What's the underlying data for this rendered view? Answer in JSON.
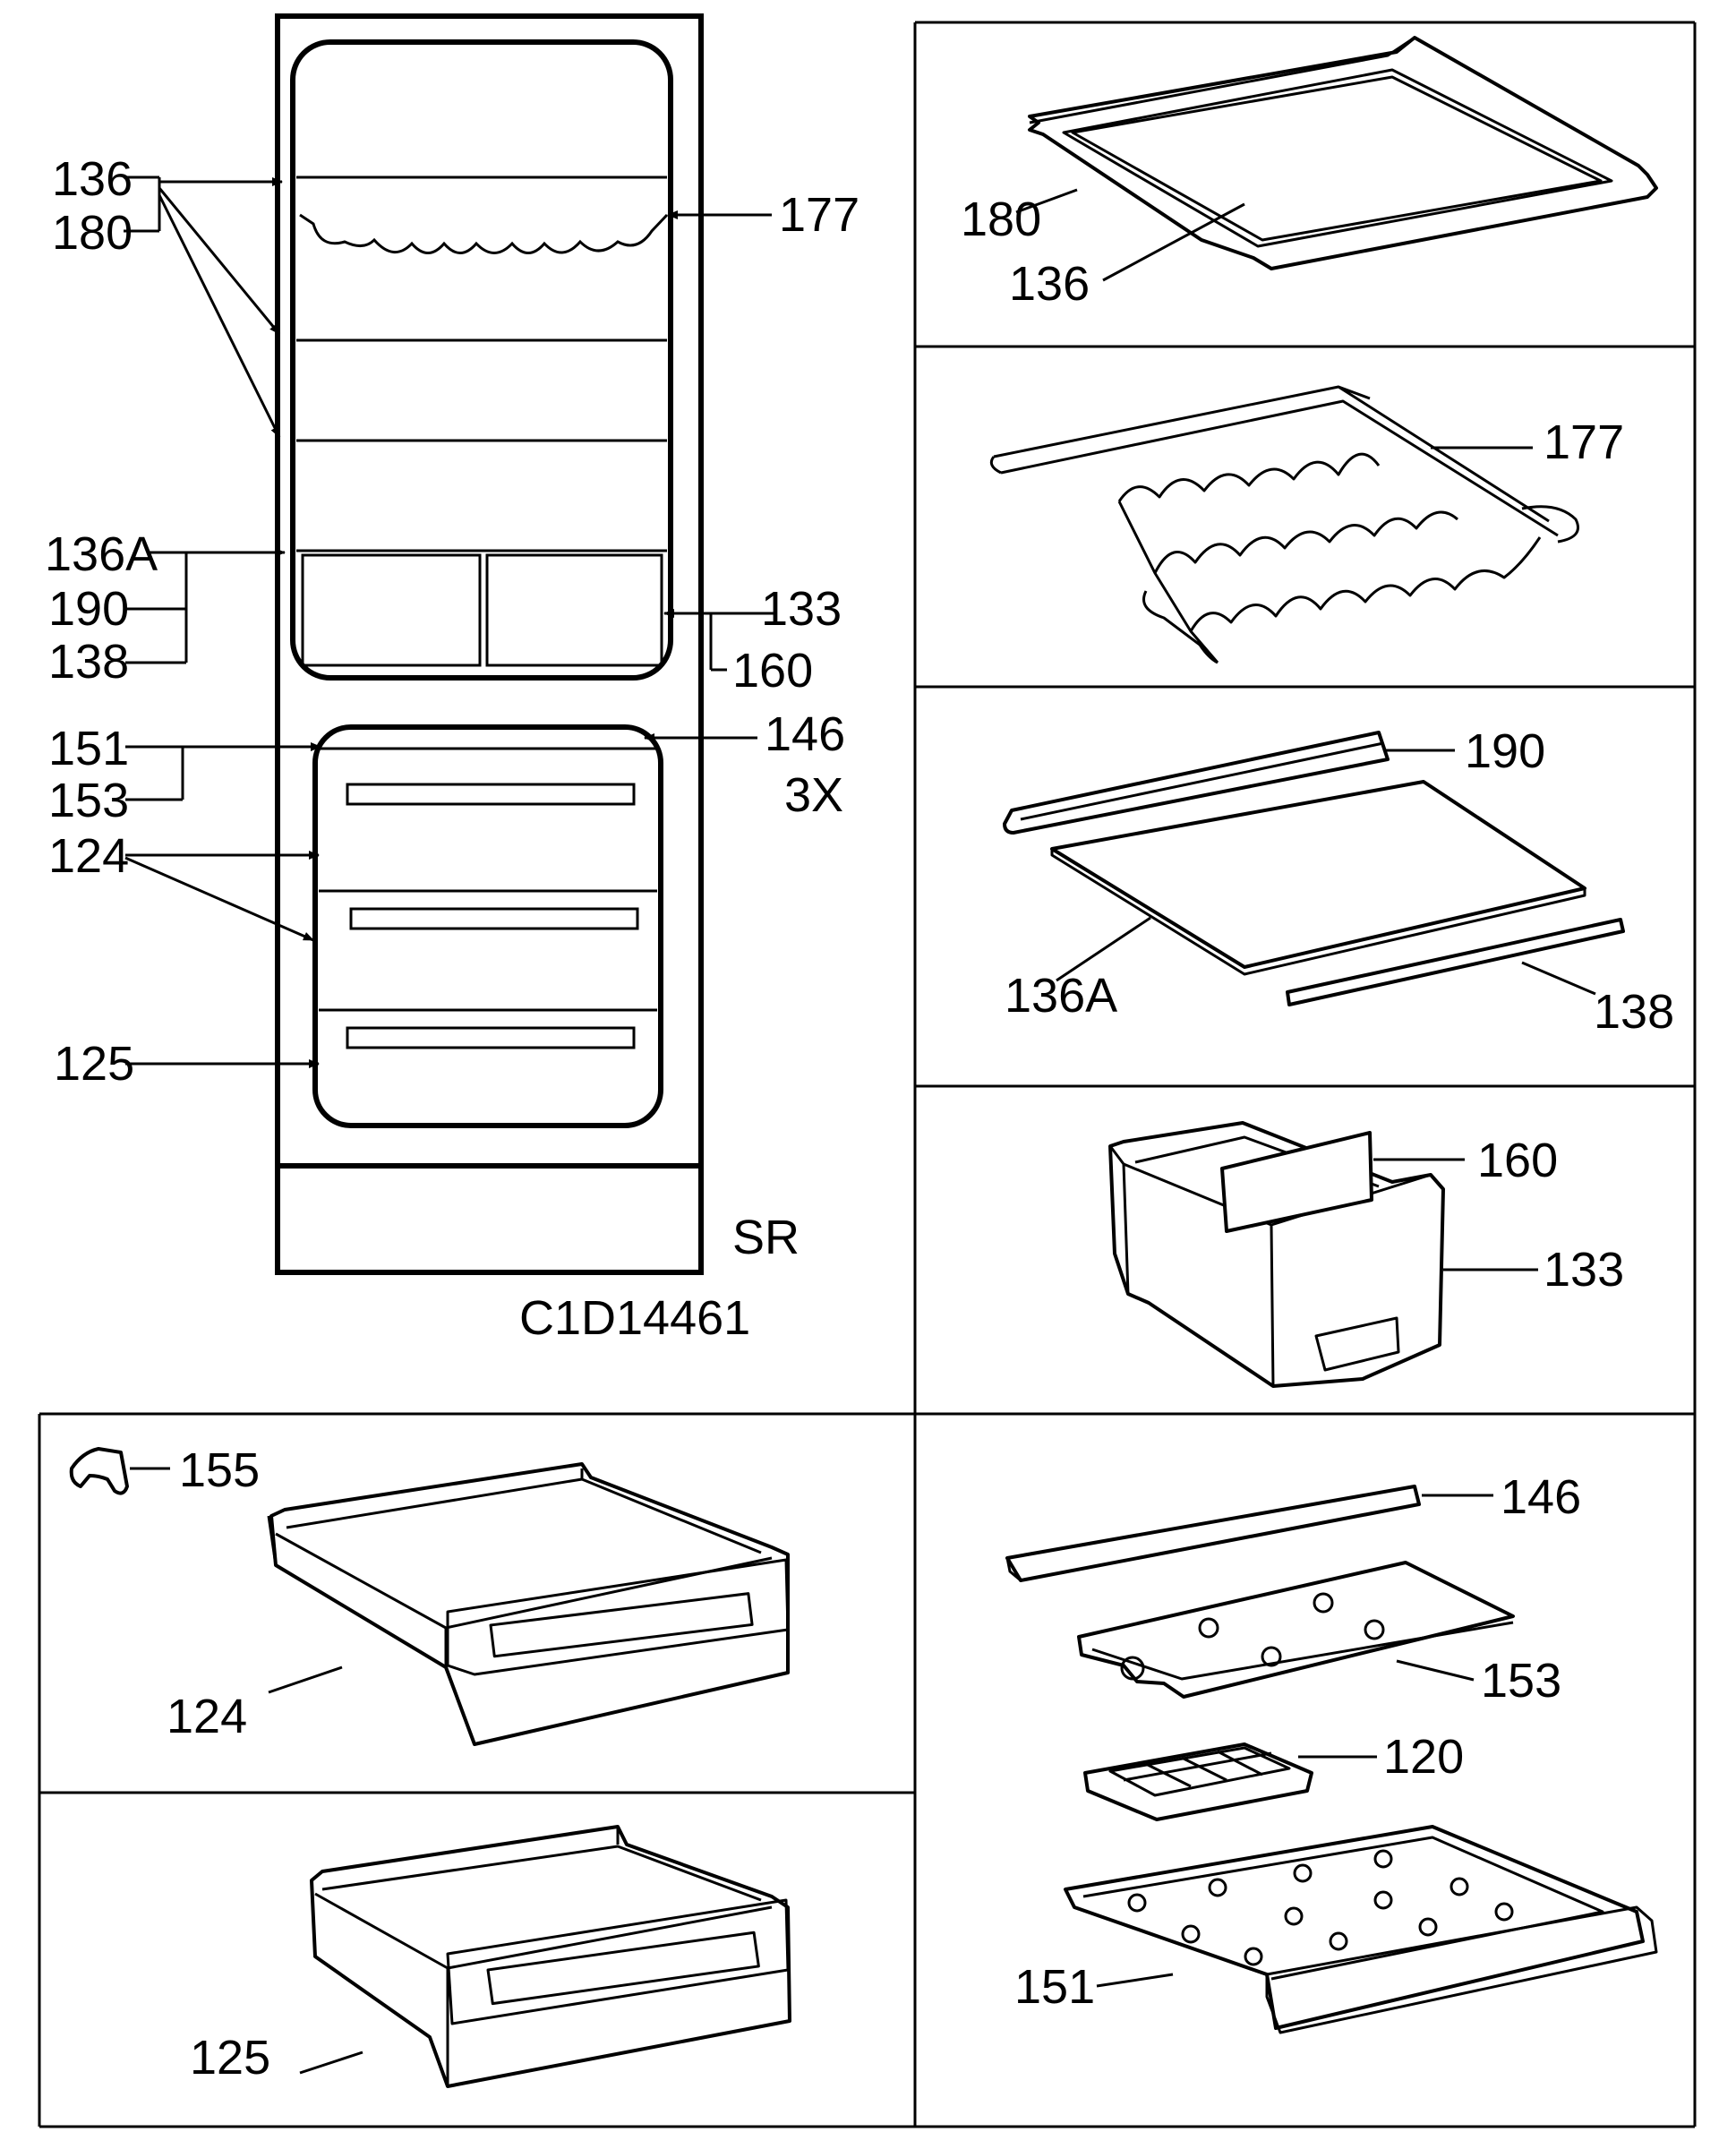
{
  "drawing_code": "C1D14461",
  "model_code": "SR",
  "quantity_note": "3X",
  "overview_labels": {
    "l136": "136",
    "l180": "180",
    "l177": "177",
    "l136a": "136A",
    "l190": "190",
    "l138": "138",
    "l133": "133",
    "l160": "160",
    "l151": "151",
    "l153": "153",
    "l146": "146",
    "l124": "124",
    "l125": "125"
  },
  "panels": {
    "glass_shelf": {
      "frame_label": "180",
      "glass_label": "136"
    },
    "bottle_rack": {
      "label": "177"
    },
    "crisper_cover": {
      "frame_label": "190",
      "glass_label": "136A",
      "strip_label": "138"
    },
    "crisper_box": {
      "divider_label": "160",
      "box_label": "133"
    },
    "upper_drawer": {
      "clip_label": "155",
      "drawer_label": "124"
    },
    "lower_drawer": {
      "drawer_label": "125"
    },
    "freezer_parts": {
      "strip_label": "146",
      "tray_label": "153",
      "ice_label": "120",
      "shelf_label": "151"
    }
  }
}
